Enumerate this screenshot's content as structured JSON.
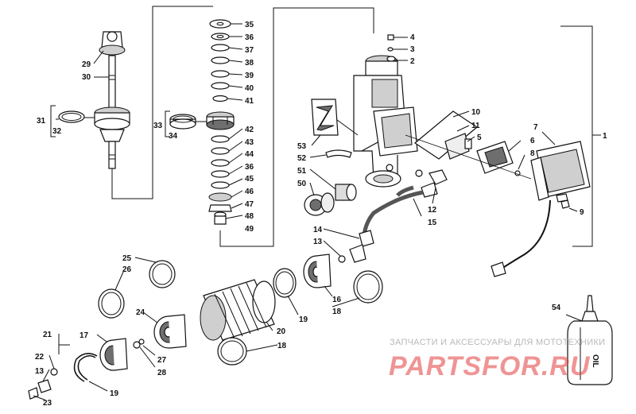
{
  "callouts": {
    "c1": "1",
    "c2": "2",
    "c3": "3",
    "c4": "4",
    "c5": "5",
    "c6": "6",
    "c7": "7",
    "c8": "8",
    "c9": "9",
    "c10": "10",
    "c11": "11",
    "c12": "12",
    "c13a": "13",
    "c13b": "13",
    "c14": "14",
    "c15": "15",
    "c16": "16",
    "c17": "17",
    "c18a": "18",
    "c18b": "18",
    "c19a": "19",
    "c19b": "19",
    "c20": "20",
    "c21": "21",
    "c22": "22",
    "c23": "23",
    "c24": "24",
    "c25": "25",
    "c26": "26",
    "c27": "27",
    "c28": "28",
    "c29": "29",
    "c30": "30",
    "c31": "31",
    "c32": "32",
    "c33": "33",
    "c34": "34",
    "c35": "35",
    "c36a": "36",
    "c36b": "36",
    "c37": "37",
    "c38": "38",
    "c39": "39",
    "c40": "40",
    "c41": "41",
    "c42": "42",
    "c43": "43",
    "c44": "44",
    "c45": "45",
    "c46": "46",
    "c47": "47",
    "c48": "48",
    "c49": "49",
    "c50": "50",
    "c51": "51",
    "c52": "52",
    "c53": "53",
    "c54": "54"
  },
  "oil_label": "OIL",
  "watermark": {
    "tagline": "ЗАПЧАСТИ И АКСЕССУАРЫ ДЛЯ МОТОТЕХНИКИ",
    "logo_text": "PARTSFOR.RU",
    "logo_color": "#e23c3c"
  }
}
